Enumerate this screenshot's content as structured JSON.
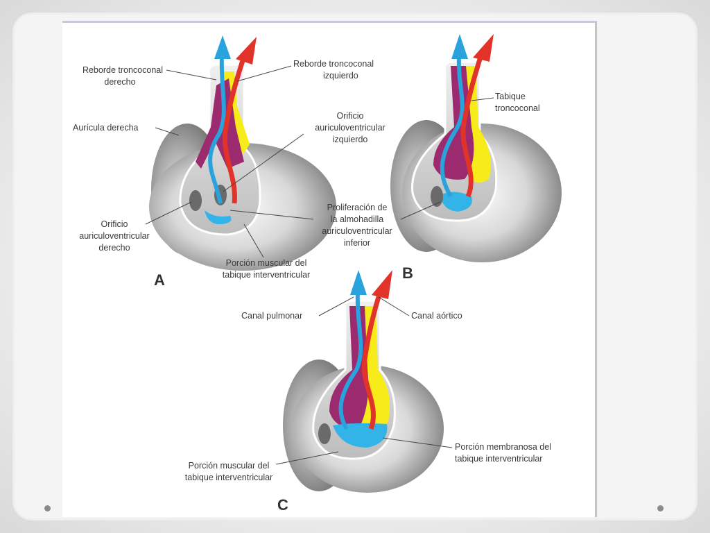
{
  "panels": {
    "a": "A",
    "b": "B",
    "c": "C"
  },
  "labels_a": {
    "reborde_der_1": "Reborde troncoconal",
    "reborde_der_2": "derecho",
    "reborde_izq_1": "Reborde troncoconal",
    "reborde_izq_2": "izquierdo",
    "auricula": "Aurícula derecha",
    "orif_izq_1": "Orificio",
    "orif_izq_2": "auriculoventricular",
    "orif_izq_3": "izquierdo",
    "orif_der_1": "Orificio",
    "orif_der_2": "auriculoventricular",
    "orif_der_3": "derecho",
    "porcion_1": "Porción muscular del",
    "porcion_2": "tabique interventricular"
  },
  "labels_b": {
    "tabique_1": "Tabique",
    "tabique_2": "troncoconal",
    "prolif_1": "Proliferación de",
    "prolif_2": "la almohadilla",
    "prolif_3": "auriculoventricular",
    "prolif_4": "inferior"
  },
  "labels_c": {
    "pulmonar": "Canal pulmonar",
    "aortico": "Canal aórtico",
    "membranosa_1": "Porción membranosa del",
    "membranosa_2": "tabique interventricular",
    "muscular_1": "Porción muscular del",
    "muscular_2": "tabique interventricular"
  },
  "colors": {
    "red_arrow": "#e2332a",
    "blue_arrow": "#2aa3dd",
    "purple": "#9b2a6e",
    "yellow": "#f7ec1a",
    "cyan": "#32b4e8"
  }
}
